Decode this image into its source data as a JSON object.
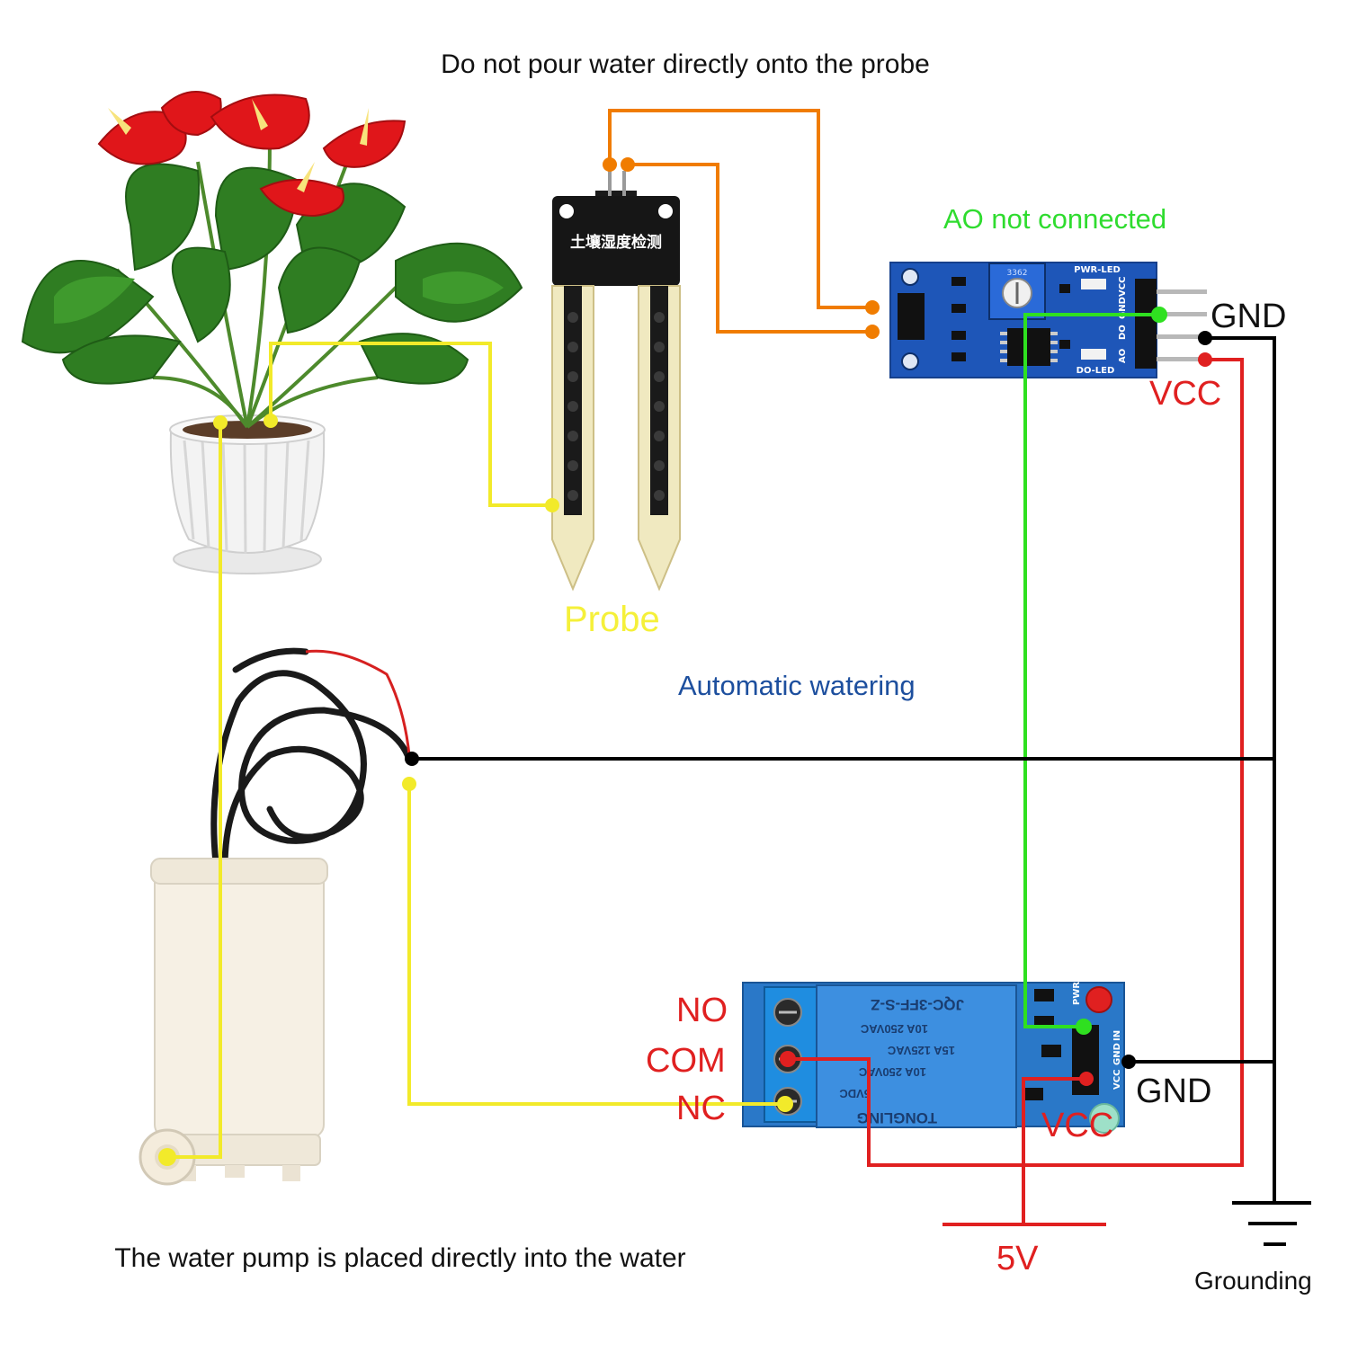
{
  "captions": {
    "probe_warning": "Do not pour water directly onto the probe",
    "ao_note": "AO not connected",
    "probe_label": "Probe",
    "automatic_watering": "Automatic watering",
    "pump_note": "The water pump is placed directly into the water",
    "grounding": "Grounding",
    "supply_5v": "5V"
  },
  "sensor_module": {
    "gnd_label": "GND",
    "vcc_label": "VCC",
    "pwr_led": "PWR-LED",
    "do_led": "DO-LED",
    "pins": [
      "AO",
      "DO",
      "GND",
      "VCC"
    ],
    "pot_text": "3362",
    "probe_board_text": "土壤湿度检测"
  },
  "relay_module": {
    "no_label": "NO",
    "com_label": "COM",
    "nc_label": "NC",
    "gnd_label": "GND",
    "vcc_label": "VCC",
    "relay_text": [
      "JQC-3FF-S-Z",
      "10A 250VAC",
      "15A 125VAC",
      "10A 250VAC",
      "5VDC",
      "TONGLING"
    ],
    "pin_header": [
      "VCC",
      "GND",
      "IN"
    ],
    "pwr_text": "PWR"
  },
  "colors": {
    "probe_wire": "#f07c00",
    "signal_wire": "#2fe020",
    "power_wire": "#e02020",
    "ground_wire": "#000000",
    "pump_wire": "#f2ea2a",
    "caption_green": "#2fdc2f",
    "caption_blue": "#1d4f9e",
    "caption_yellow": "#f5f03a",
    "label_red": "#e02020",
    "pcb_blue": "#1e56b8",
    "pcb_black": "#161616"
  }
}
